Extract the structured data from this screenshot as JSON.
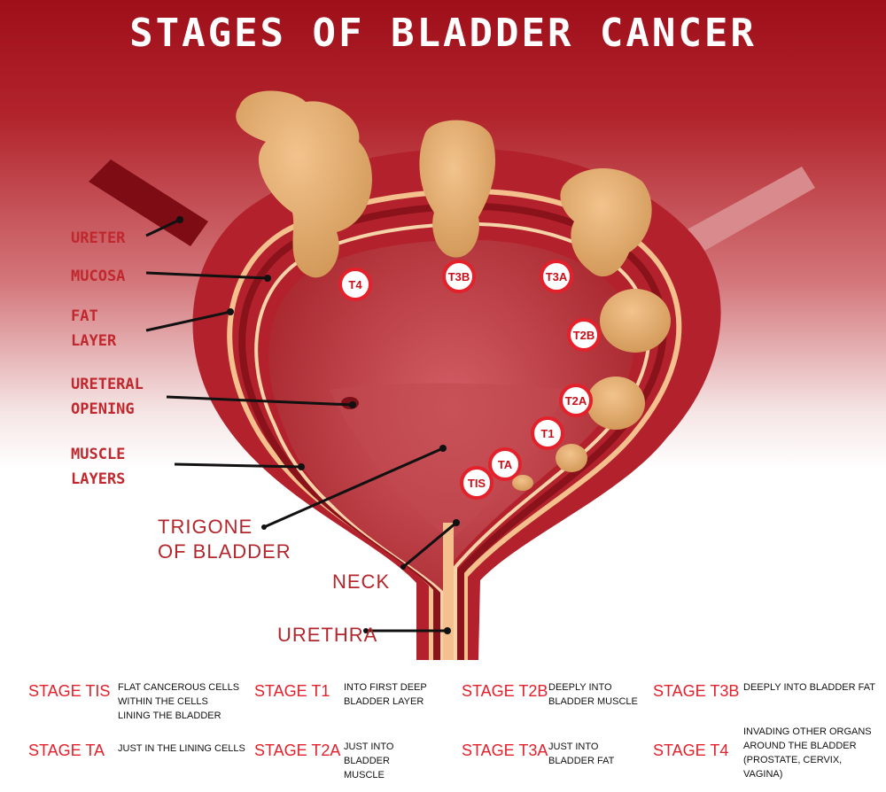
{
  "title": "STAGES OF BLADDER CANCER",
  "labels": {
    "ureter": "URETER",
    "mucosa": "MUCOSA",
    "fat_layer_1": "FAT",
    "fat_layer_2": "LAYER",
    "ureteral_1": "URETERAL",
    "ureteral_2": "OPENING",
    "muscle_1": "MUSCLE",
    "muscle_2": "LAYERS",
    "trigone_1": "TRIGONE",
    "trigone_2": "OF BLADDER",
    "neck": "NECK",
    "urethra": "URETHRA"
  },
  "markers": [
    "T4",
    "T3B",
    "T3A",
    "T2B",
    "T2A",
    "T1",
    "TA",
    "TIS"
  ],
  "legend": [
    {
      "stage": "STAGE TIS",
      "desc": "FLAT CANCEROUS CELLS WITHIN THE CELLS LINING THE BLADDER"
    },
    {
      "stage": "STAGE T1",
      "desc": "INTO FIRST DEEP BLADDER LAYER"
    },
    {
      "stage": "STAGE T2B",
      "desc": "DEEPLY INTO BLADDER MUSCLE"
    },
    {
      "stage": "STAGE T3B",
      "desc": "DEEPLY INTO BLADDER FAT"
    },
    {
      "stage": "STAGE TA",
      "desc": "JUST IN THE LINING CELLS"
    },
    {
      "stage": "STAGE T2A",
      "desc": "JUST INTO BLADDER MUSCLE"
    },
    {
      "stage": "STAGE T3A",
      "desc": "JUST INTO BLADDER FAT"
    },
    {
      "stage": "STAGE T4",
      "desc": "INVADING OTHER ORGANS AROUND THE BLADDER (PROSTATE, CERVIX, VAGINA)"
    }
  ],
  "colors": {
    "stage_text": "#e4202b",
    "label_text": "#b3262c",
    "background_top": "#9e0f1a",
    "tumor": "#e0ac6e"
  }
}
